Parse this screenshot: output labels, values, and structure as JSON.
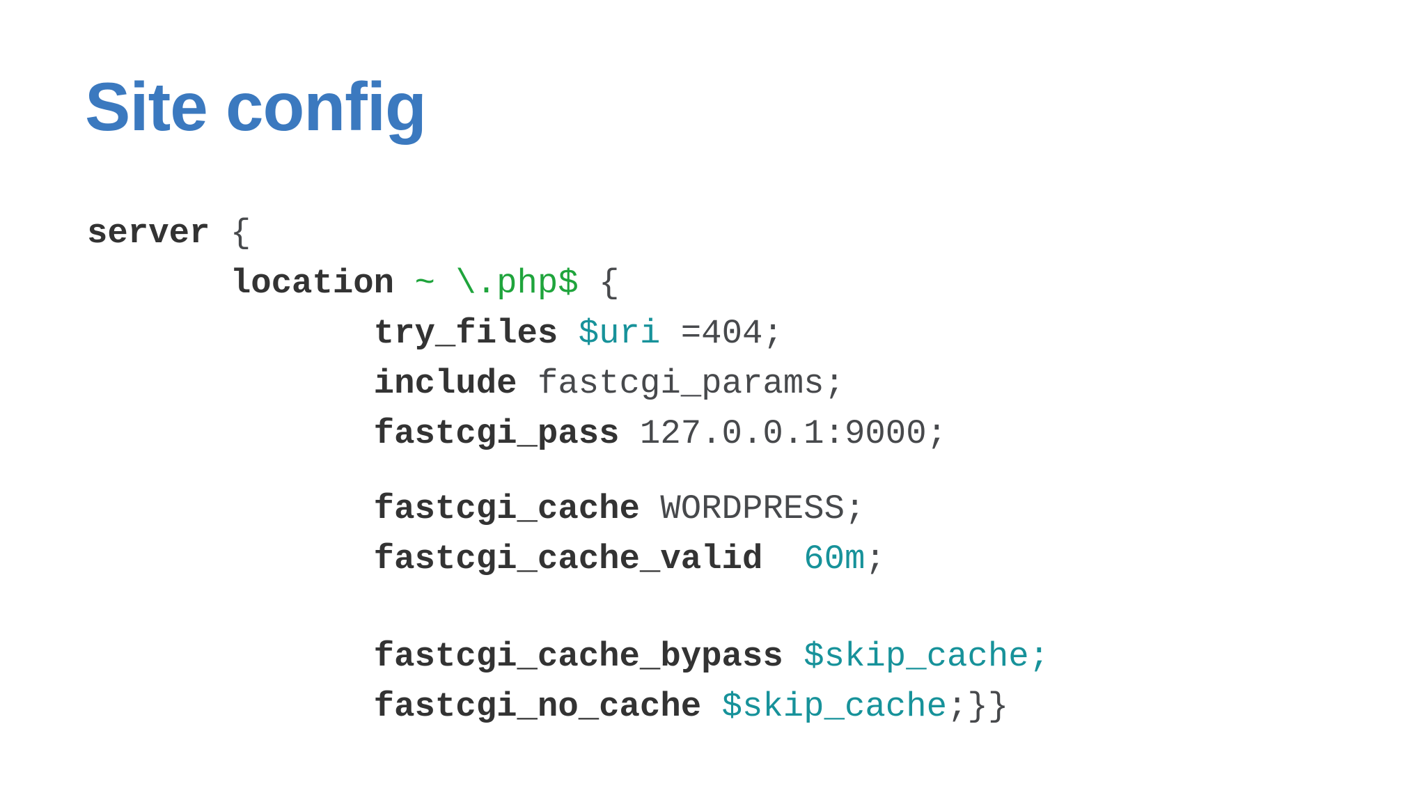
{
  "slide": {
    "title": "Site config"
  },
  "colors": {
    "background": "#ffffff",
    "title": "#3b79bf",
    "keyword": "#333333",
    "plain": "#47494c",
    "green": "#1fa43c",
    "teal": "#17929a"
  },
  "code": {
    "language": "nginx",
    "lines": [
      {
        "tokens": [
          {
            "t": "server",
            "c": "keyword"
          },
          {
            "t": " {",
            "c": "plain"
          }
        ]
      },
      {
        "tokens": [
          {
            "t": "       ",
            "c": "plain"
          },
          {
            "t": "location",
            "c": "keyword"
          },
          {
            "t": " ",
            "c": "plain"
          },
          {
            "t": "~",
            "c": "green"
          },
          {
            "t": " ",
            "c": "plain"
          },
          {
            "t": "\\.php$",
            "c": "green"
          },
          {
            "t": " {",
            "c": "plain"
          }
        ]
      },
      {
        "tokens": [
          {
            "t": "              ",
            "c": "plain"
          },
          {
            "t": "try_files",
            "c": "keyword"
          },
          {
            "t": " ",
            "c": "plain"
          },
          {
            "t": "$uri",
            "c": "teal"
          },
          {
            "t": " =404;",
            "c": "plain"
          }
        ]
      },
      {
        "tokens": [
          {
            "t": "              ",
            "c": "plain"
          },
          {
            "t": "include",
            "c": "keyword"
          },
          {
            "t": " fastcgi_params;",
            "c": "plain"
          }
        ]
      },
      {
        "tokens": [
          {
            "t": "              ",
            "c": "plain"
          },
          {
            "t": "fastcgi_pass",
            "c": "keyword"
          },
          {
            "t": " 127.0.0.1:9000;",
            "c": "plain"
          }
        ]
      },
      {
        "spacer": 36
      },
      {
        "tokens": [
          {
            "t": "              ",
            "c": "plain"
          },
          {
            "t": "fastcgi_cache",
            "c": "keyword"
          },
          {
            "t": " WORDPRESS;",
            "c": "plain"
          }
        ]
      },
      {
        "tokens": [
          {
            "t": "              ",
            "c": "plain"
          },
          {
            "t": "fastcgi_cache_valid",
            "c": "keyword"
          },
          {
            "t": "  ",
            "c": "plain"
          },
          {
            "t": "60m",
            "c": "teal"
          },
          {
            "t": ";",
            "c": "plain"
          }
        ]
      },
      {
        "spacer": 68
      },
      {
        "tokens": [
          {
            "t": "              ",
            "c": "plain"
          },
          {
            "t": "fastcgi_cache_bypass",
            "c": "keyword"
          },
          {
            "t": " ",
            "c": "plain"
          },
          {
            "t": "$skip_cache;",
            "c": "teal"
          }
        ]
      },
      {
        "tokens": [
          {
            "t": "              ",
            "c": "plain"
          },
          {
            "t": "fastcgi_no_cache",
            "c": "keyword"
          },
          {
            "t": " ",
            "c": "plain"
          },
          {
            "t": "$skip_cache",
            "c": "teal"
          },
          {
            "t": ";}}",
            "c": "plain"
          }
        ]
      }
    ]
  }
}
